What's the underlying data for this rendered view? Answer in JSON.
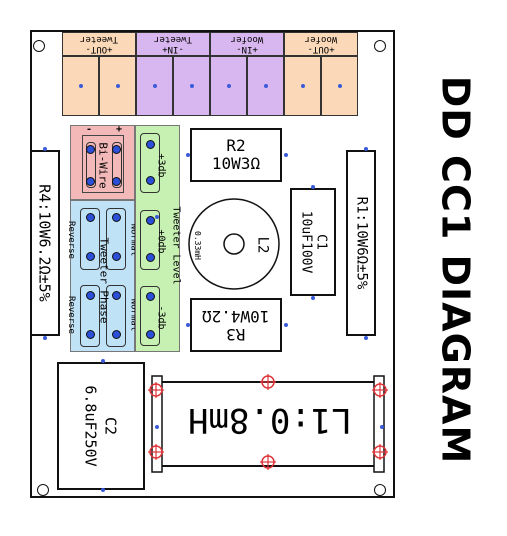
{
  "title": "DD CC1 DIAGRAM",
  "terminals": [
    {
      "label": "+OUT-\nTweeter",
      "color": "#fbd9b8"
    },
    {
      "label": "-IN+\nTweeter",
      "color": "#d8b7f0"
    },
    {
      "label": "+IN-\nWoofer",
      "color": "#d8b7f0"
    },
    {
      "label": "+OUT-\nWoofer",
      "color": "#fbd9b8"
    }
  ],
  "components": {
    "r4": "R4:10W6.2Ω±5%",
    "r1": "R1:10W6Ω±5%",
    "r2": "R2\n10W3Ω",
    "r3": "R3\n10W4.2Ω",
    "c1": "C1\n10uF100V",
    "c2": "C2\n6.8uF250V",
    "l1": "L1:0.8mH",
    "l2": "L2",
    "l2_value": "0.33mH"
  },
  "jumpers": {
    "biwire": "Bi-Wire",
    "biwire_plus": "+",
    "biwire_minus": "-",
    "tweeter_phase": "Tweeter Phase",
    "reverse_top": "Reverse",
    "reverse_bottom": "Reverse",
    "normal_top": "Normal",
    "normal_bottom": "Normal",
    "tweeter_level": "Tweeter Level",
    "plus3db": "+3db",
    "zerodb": "+0db",
    "minus3db": "-3db"
  },
  "colors": {
    "tweeter_out": "#fbd9b8",
    "input": "#d8b7f0",
    "biwire_bg": "#f3b9b9",
    "phase_bg": "#bfe2f7",
    "level_bg": "#c7f1b3",
    "mount_hole": "#e0343a"
  }
}
